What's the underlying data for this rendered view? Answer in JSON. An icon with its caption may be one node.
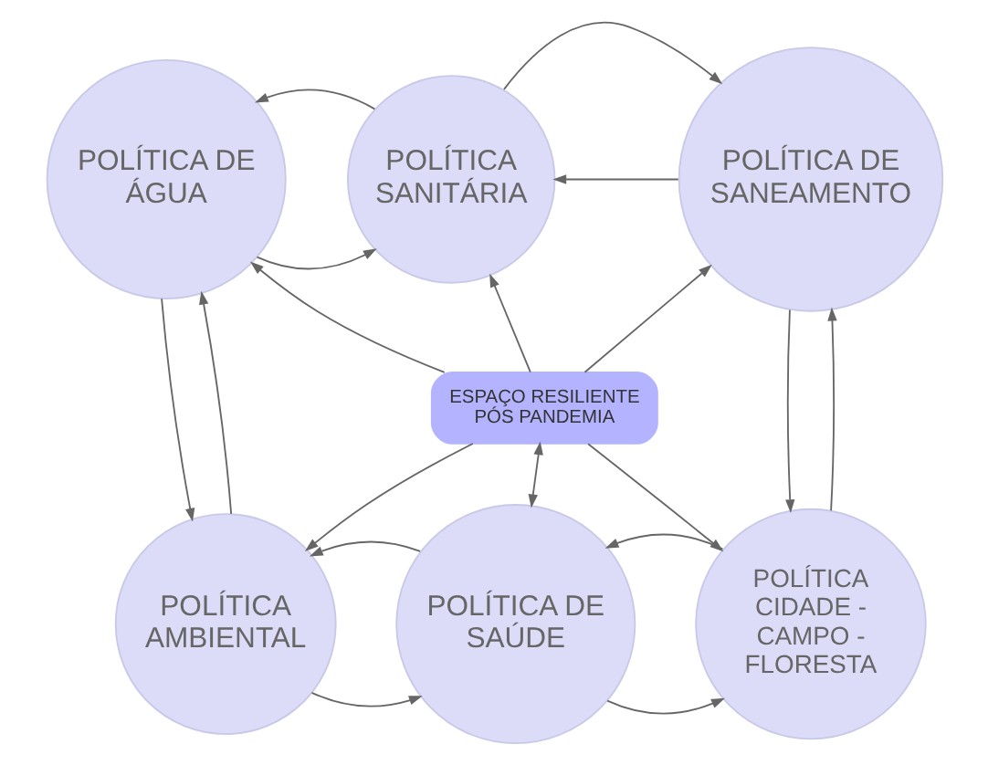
{
  "diagram": {
    "nodes": [
      {
        "text": [
          "POLÍTICA DE ÁGUA"
        ]
      },
      {
        "text": [
          "POLÍTICA SANITÁRIA"
        ]
      },
      {
        "text": [
          "POLÍTICA DE SANEAMENTO"
        ]
      },
      {
        "text": [
          "ESPAÇO RESILIENTE PÓS PANDEMIA"
        ]
      },
      {
        "text": [
          "POLÍTICA AMBIENTAL"
        ]
      },
      {
        "text": [
          "POLÍTICA DE SAÚDE"
        ]
      },
      {
        "text": [
          "POLÍTICA CIDADE - CAMPO - FLORESTA"
        ]
      }
    ],
    "edges": [
      {
        "from": 0,
        "to": 1,
        "arrow": "to"
      },
      {
        "from": 1,
        "to": 0,
        "arrow": "to"
      },
      {
        "from": 1,
        "to": 2,
        "arrow": "to"
      },
      {
        "from": 2,
        "to": 1,
        "arrow": "to"
      },
      {
        "from": 3,
        "to": 0,
        "arrow": "to"
      },
      {
        "from": 3,
        "to": 1,
        "arrow": "to"
      },
      {
        "from": 3,
        "to": 2,
        "arrow": "to"
      },
      {
        "from": 3,
        "to": 4,
        "arrow": "to"
      },
      {
        "from": 3,
        "to": 5,
        "arrow": "both"
      },
      {
        "from": 3,
        "to": 6,
        "arrow": "to"
      },
      {
        "from": 4,
        "to": 5,
        "arrow": "to"
      },
      {
        "from": 5,
        "to": 4,
        "arrow": "to"
      },
      {
        "from": 5,
        "to": 6,
        "arrow": "to"
      },
      {
        "from": 6,
        "to": 5,
        "arrow": "to"
      },
      {
        "from": 0,
        "to": 4,
        "arrow": "to"
      },
      {
        "from": 4,
        "to": 0,
        "arrow": "to"
      },
      {
        "from": 2,
        "to": 6,
        "arrow": "to"
      },
      {
        "from": 6,
        "to": 2,
        "arrow": "to"
      }
    ]
  }
}
